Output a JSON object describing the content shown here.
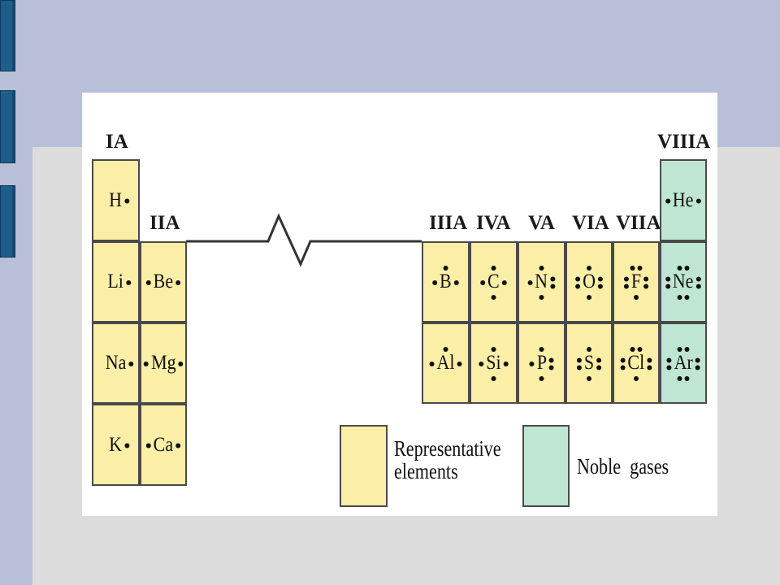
{
  "slide": {
    "colors": {
      "background": "#b9bed9",
      "panel": "#dcdcdc",
      "tab": "#1f5d8a"
    }
  },
  "diagram": {
    "group_labels": {
      "IA": "IA",
      "IIA": "IIA",
      "IIIA": "IIIA",
      "IVA": "IVA",
      "VA": "VA",
      "VIA": "VIA",
      "VIIA": "VIIA",
      "VIIIA": "VIIIA"
    },
    "elements": {
      "H": "H",
      "Li": "Li",
      "Na": "Na",
      "K": "K",
      "Be": "Be",
      "Mg": "Mg",
      "Ca": "Ca",
      "B": "B",
      "Al": "Al",
      "C": "C",
      "Si": "Si",
      "N": "N",
      "P": "P",
      "O": "O",
      "S": "S",
      "F": "F",
      "Cl": "Cl",
      "He": "He",
      "Ne": "Ne",
      "Ar": "Ar"
    },
    "valence_electrons": {
      "H": 1,
      "Li": 1,
      "Na": 1,
      "K": 1,
      "Be": 2,
      "Mg": 2,
      "Ca": 2,
      "B": 3,
      "Al": 3,
      "C": 4,
      "Si": 4,
      "N": 5,
      "P": 5,
      "O": 6,
      "S": 6,
      "F": 7,
      "Cl": 7,
      "He": 2,
      "Ne": 8,
      "Ar": 8
    },
    "colors": {
      "representative": "#fbeea6",
      "noble": "#bfe6d2",
      "dot": "#111111"
    },
    "legend": {
      "representative_line1": "Representative",
      "representative_line2": "elements",
      "noble": "Noble  gases"
    }
  }
}
